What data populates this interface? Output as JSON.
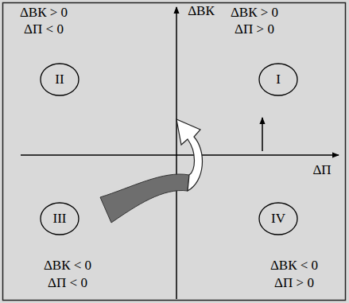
{
  "diagram": {
    "nodes": [
      {
        "text": [
          "II"
        ]
      },
      {
        "text": [
          "I"
        ]
      },
      {
        "text": [
          "III"
        ]
      },
      {
        "text": [
          "IV"
        ]
      }
    ],
    "labels": [
      "ΔВК > 0",
      "ΔП < 0",
      "ΔВК",
      "ΔВК > 0",
      "ΔП > 0",
      "ΔП",
      "ΔВК < 0",
      "ΔП < 0",
      "ΔВК < 0",
      "ΔП > 0"
    ]
  }
}
